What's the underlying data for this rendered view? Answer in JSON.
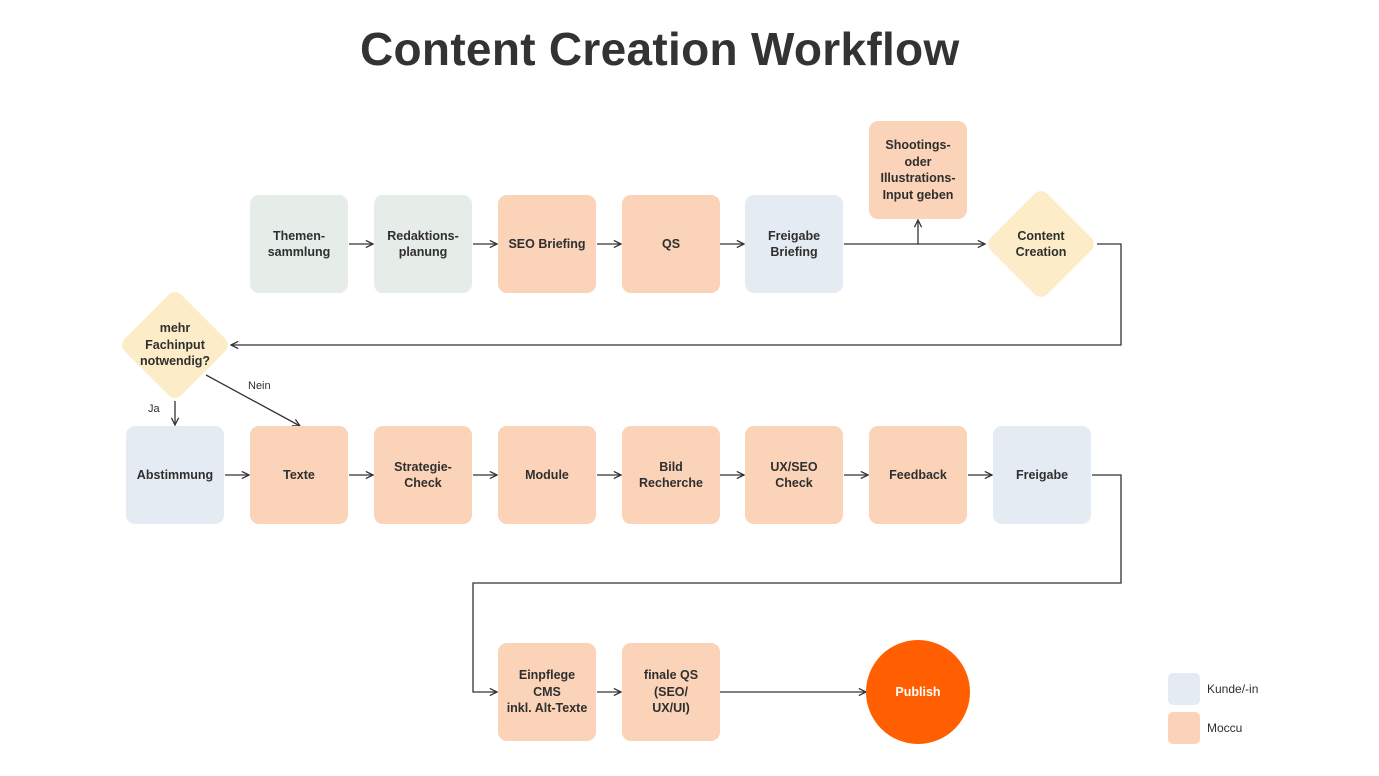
{
  "title": "Content Creation Workflow",
  "colors": {
    "kunde": "#e5ebf2",
    "moccu": "#fbd3b9",
    "neutral": "#e6ece8",
    "decision": "#fdecc8",
    "publish": "#ff5f00",
    "line": "#333333"
  },
  "nodes": {
    "themensammlung": "Themen-\nsammlung",
    "redaktionsplanung": "Redaktions-\nplanung",
    "seo_briefing": "SEO Briefing",
    "qs": "QS",
    "freigabe_briefing": "Freigabe\nBriefing",
    "shootings": "Shootings-\noder\nIllustrations-\nInput geben",
    "content_creation": "Content\nCreation",
    "fachinput": "mehr\nFachinput\nnotwendig?",
    "abstimmung": "Abstimmung",
    "texte": "Texte",
    "strategie_check": "Strategie-\nCheck",
    "module": "Module",
    "bild_recherche": "Bild Recherche",
    "ux_seo_check": "UX/SEO Check",
    "feedback": "Feedback",
    "freigabe": "Freigabe",
    "einpflege_cms": "Einpflege CMS\ninkl. Alt-Texte",
    "finale_qs": "finale QS (SEO/\nUX/UI)",
    "publish": "Publish"
  },
  "edge_labels": {
    "ja": "Ja",
    "nein": "Nein"
  },
  "legend": {
    "kunde": "Kunde/-in",
    "moccu": "Moccu"
  }
}
